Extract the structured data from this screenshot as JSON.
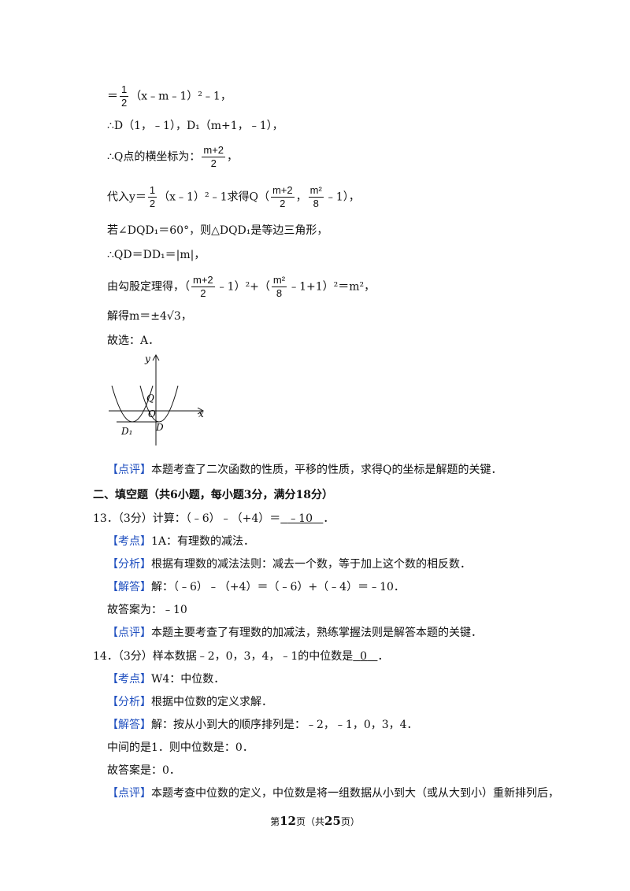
{
  "sol": {
    "l1_pre": "＝",
    "l1_num": "1",
    "l1_den": "2",
    "l1_post": "（x﹣m﹣1）²﹣1，",
    "l2": "∴D（1，﹣1），D₁（m+1，﹣1），",
    "l3_pre": "∴Q点的横坐标为：",
    "l3_num": "m+2",
    "l3_den": "2",
    "l3_post": "，",
    "l4_pre": "代入y＝",
    "l4_num1": "1",
    "l4_den1": "2",
    "l4_mid": "（x﹣1）²﹣1求得Q（",
    "l4_num2": "m+2",
    "l4_den2": "2",
    "l4_sep": "，",
    "l4_num3": "m²",
    "l4_den3": "8",
    "l4_post": "﹣1），",
    "l5": "若∠DQD₁＝60°，则△DQD₁是等边三角形，",
    "l6": "∴QD＝DD₁＝|m|，",
    "l7_pre": "由勾股定理得，（",
    "l7_num1": "m+2",
    "l7_den1": "2",
    "l7_mid": "﹣1）²+（",
    "l7_num2": "m²",
    "l7_den2": "8",
    "l7_post": "﹣1+1）²＝m²，",
    "l8": "解得m＝±4√3，",
    "l9": "故选：A．"
  },
  "graph": {
    "y": "y",
    "x": "x",
    "q": "Q",
    "o": "O",
    "d": "D",
    "d1": "D₁"
  },
  "p12": {
    "tag": "【点评】",
    "text": "本题考查了二次函数的性质，平移的性质，求得Q的坐标是解题的关键．"
  },
  "section2": {
    "title": "二、填空题（共6小题，每小题3分，满分18分）"
  },
  "q13": {
    "stem": "13．（3分）计算：（﹣6）﹣（+4）＝",
    "answer": "﹣10",
    "end": "．",
    "kaodian_tag": "【考点】",
    "kaodian": "1A：有理数的减法．",
    "fenxi_tag": "【分析】",
    "fenxi": "根据有理数的减法法则：减去一个数，等于加上这个数的相反数．",
    "jieda_tag": "【解答】",
    "jieda": "解：（﹣6）﹣（+4）＝（﹣6）+（﹣4）＝﹣10．",
    "answer_line": "故答案为：﹣10",
    "dianping_tag": "【点评】",
    "dianping": "本题主要考查了有理数的加减法，熟练掌握法则是解答本题的关键．"
  },
  "q14": {
    "stem": "14．（3分）样本数据﹣2，0，3，4，﹣1的中位数是",
    "answer": "0",
    "end": "．",
    "kaodian_tag": "【考点】",
    "kaodian": "W4：中位数．",
    "fenxi_tag": "【分析】",
    "fenxi": "根据中位数的定义求解．",
    "jieda_tag": "【解答】",
    "jieda": "解：按从小到大的顺序排列是：﹣2，﹣1，0，3，4．",
    "middle": "中间的是1．则中位数是：0．",
    "answer_line": "故答案是：0．",
    "dianping_tag": "【点评】",
    "dianping": "本题考查中位数的定义，中位数是将一组数据从小到大（或从大到小）重新排列后，"
  },
  "footer": {
    "pre": "第",
    "page": "12",
    "mid": "页（共",
    "total": "25",
    "post": "页）"
  }
}
